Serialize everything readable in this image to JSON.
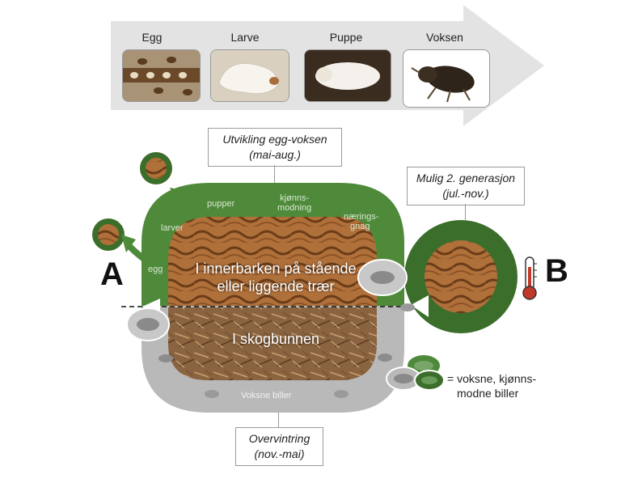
{
  "stages": [
    {
      "label": "Egg",
      "icon": "egg-photo"
    },
    {
      "label": "Larve",
      "icon": "larva-photo"
    },
    {
      "label": "Puppe",
      "icon": "pupa-photo"
    },
    {
      "label": "Voksen",
      "icon": "adult-beetle-photo"
    }
  ],
  "callouts": {
    "development_line1": "Utvikling egg-voksen",
    "development_line2": "(mai-aug.)",
    "second_gen_line1": "Mulig 2. generasjon",
    "second_gen_line2": "(jul.-nov.)",
    "overwintering_line1": "Overvintring",
    "overwintering_line2": "(nov.-mai)"
  },
  "loop": {
    "egg": "egg",
    "larver": "larver",
    "pupper": "pupper",
    "kjonns1": "kjønns-",
    "kjonns2": "modning",
    "naerings1": "nærings-",
    "naerings2": "gnag",
    "voksne_biller": "Voksne biller"
  },
  "center": {
    "bark_line1": "I innerbarken på stående",
    "bark_line2": "eller liggende trær",
    "forest_floor": "I skogbunnen"
  },
  "letters": {
    "a": "A",
    "b": "B"
  },
  "legend": {
    "line1": "= voksne, kjønns-",
    "line2": "modne biller"
  },
  "colors": {
    "green": "#4e8a3a",
    "dark_green": "#3b6e2b",
    "gray": "#b5b5b5",
    "arrow_gray": "#e3e3e3",
    "thermometer_red": "#c0392b"
  }
}
